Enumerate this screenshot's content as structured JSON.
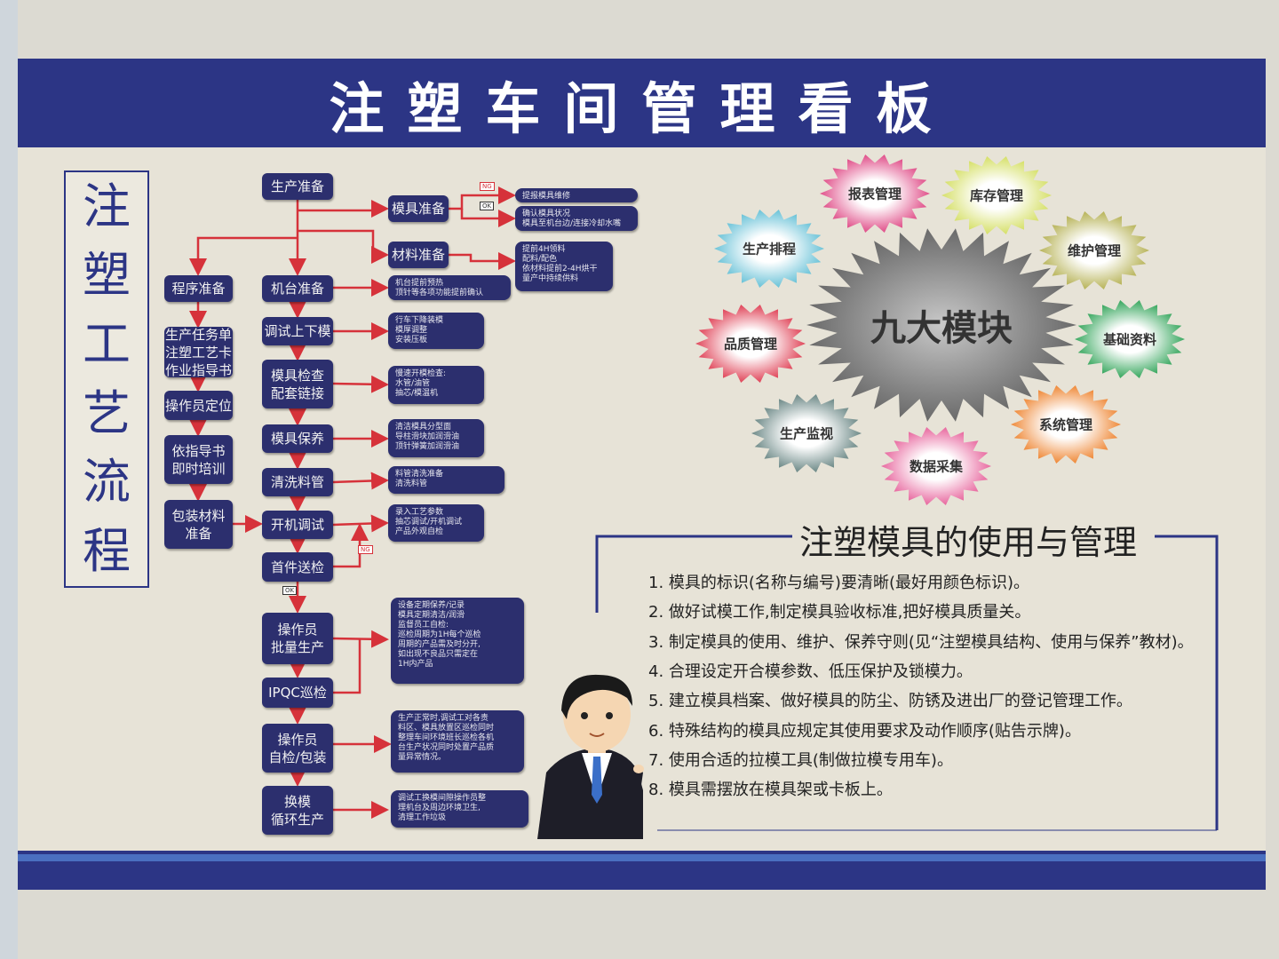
{
  "title": "注塑车间管理看板",
  "vertical_title": [
    "注",
    "塑",
    "工",
    "艺",
    "流",
    "程"
  ],
  "flow": {
    "left": [
      "程序准备",
      "生产任务单\n注塑工艺卡\n作业指导书",
      "操作员定位",
      "依指导书\n即时培训",
      "包装材料\n准备"
    ],
    "center": [
      "生产准备",
      "机台准备",
      "调试上下模",
      "模具检查\n配套链接",
      "模具保养",
      "清洗料管",
      "开机调试",
      "首件送检",
      "操作员\n批量生产",
      "IPQC巡检",
      "操作员\n自检/包装",
      "换模\n循环生产"
    ],
    "mid": [
      "模具准备",
      "材料准备"
    ],
    "details": [
      "提报模具维修",
      "确认模具状况\n模具至机台边/连接冷却水嘴",
      "提前4H领料\n配料/配色\n依材料提前2-4H烘干\n量产中持续供料",
      "机台提前预热\n顶针等各项功能提前确认",
      "行车下降装模\n模厚调整\n安装压板",
      "慢速开模检查:\n水管/油管\n抽芯/模温机",
      "清洁模具分型面\n导柱滑块加润滑油\n顶针弹簧加润滑油",
      "料管清洗准备\n清洗料管",
      "录入工艺参数\n抽芯调试/开机调试\n产品外观自检",
      "设备定期保养/记录\n模具定期清洁/润滑\n监督员工自检:\n巡检周期为1H每个巡检\n周期的产品需及时分开,\n如出现不良品只需定在\n1H内产品",
      "生产正常时,调试工对各责\n料区、模具放置区巡检同时\n整理车间环境班长巡检各机\n台生产状况同时处置产品质\n量异常情况。",
      "调试工换模间隙操作员整\n理机台及周边环境卫生,\n清理工作垃圾"
    ],
    "badges": [
      "NG",
      "OK",
      "NG",
      "OK"
    ]
  },
  "modules": {
    "center": "九大模块",
    "items": [
      {
        "label": "报表管理",
        "color": "#e0508a"
      },
      {
        "label": "库存管理",
        "color": "#d6e06a"
      },
      {
        "label": "生产排程",
        "color": "#6cc3d8"
      },
      {
        "label": "维护管理",
        "color": "#b8b45a"
      },
      {
        "label": "品质管理",
        "color": "#e0465a"
      },
      {
        "label": "基础资料",
        "color": "#3aa860"
      },
      {
        "label": "生产监视",
        "color": "#6e8a88"
      },
      {
        "label": "系统管理",
        "color": "#ef8a3a"
      },
      {
        "label": "数据采集",
        "color": "#e86aa0"
      }
    ]
  },
  "rules": {
    "heading": "注塑模具的使用与管理",
    "items": [
      "1. 模具的标识(名称与编号)要清晰(最好用颜色标识)。",
      "2. 做好试模工作,制定模具验收标准,把好模具质量关。",
      "3. 制定模具的使用、维护、保养守则(见“注塑模具结构、使用与保养”教材)。",
      "4. 合理设定开合模参数、低压保护及锁模力。",
      "5. 建立模具档案、做好模具的防尘、防锈及进出厂的登记管理工作。",
      "6. 特殊结构的模具应规定其使用要求及动作顺序(贴告示牌)。",
      "7. 使用合适的拉模工具(制做拉模专用车)。",
      "8. 模具需摆放在模具架或卡板上。"
    ]
  },
  "colors": {
    "board_blue": "#2c3585",
    "box_navy": "#2c2f6e",
    "arrow_red": "#d6323a",
    "panel": "#e7e3d7"
  }
}
